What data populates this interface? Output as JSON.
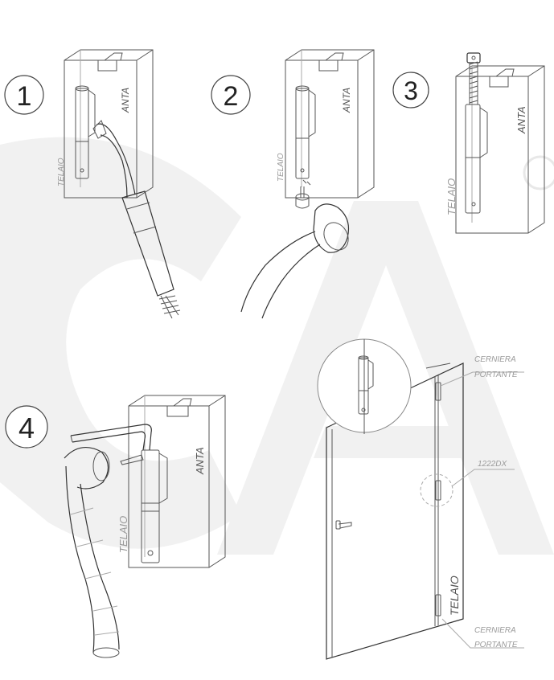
{
  "steps": [
    "1",
    "2",
    "3",
    "4"
  ],
  "labels": {
    "telaio": "TELAIO",
    "anta": "ANTA",
    "cerniera": "CERNIERA",
    "portante": "PORTANTE",
    "model": "1222DX"
  },
  "colors": {
    "line": "#555555",
    "label": "#9a9a9a",
    "watermark": "#f1f1f1"
  }
}
